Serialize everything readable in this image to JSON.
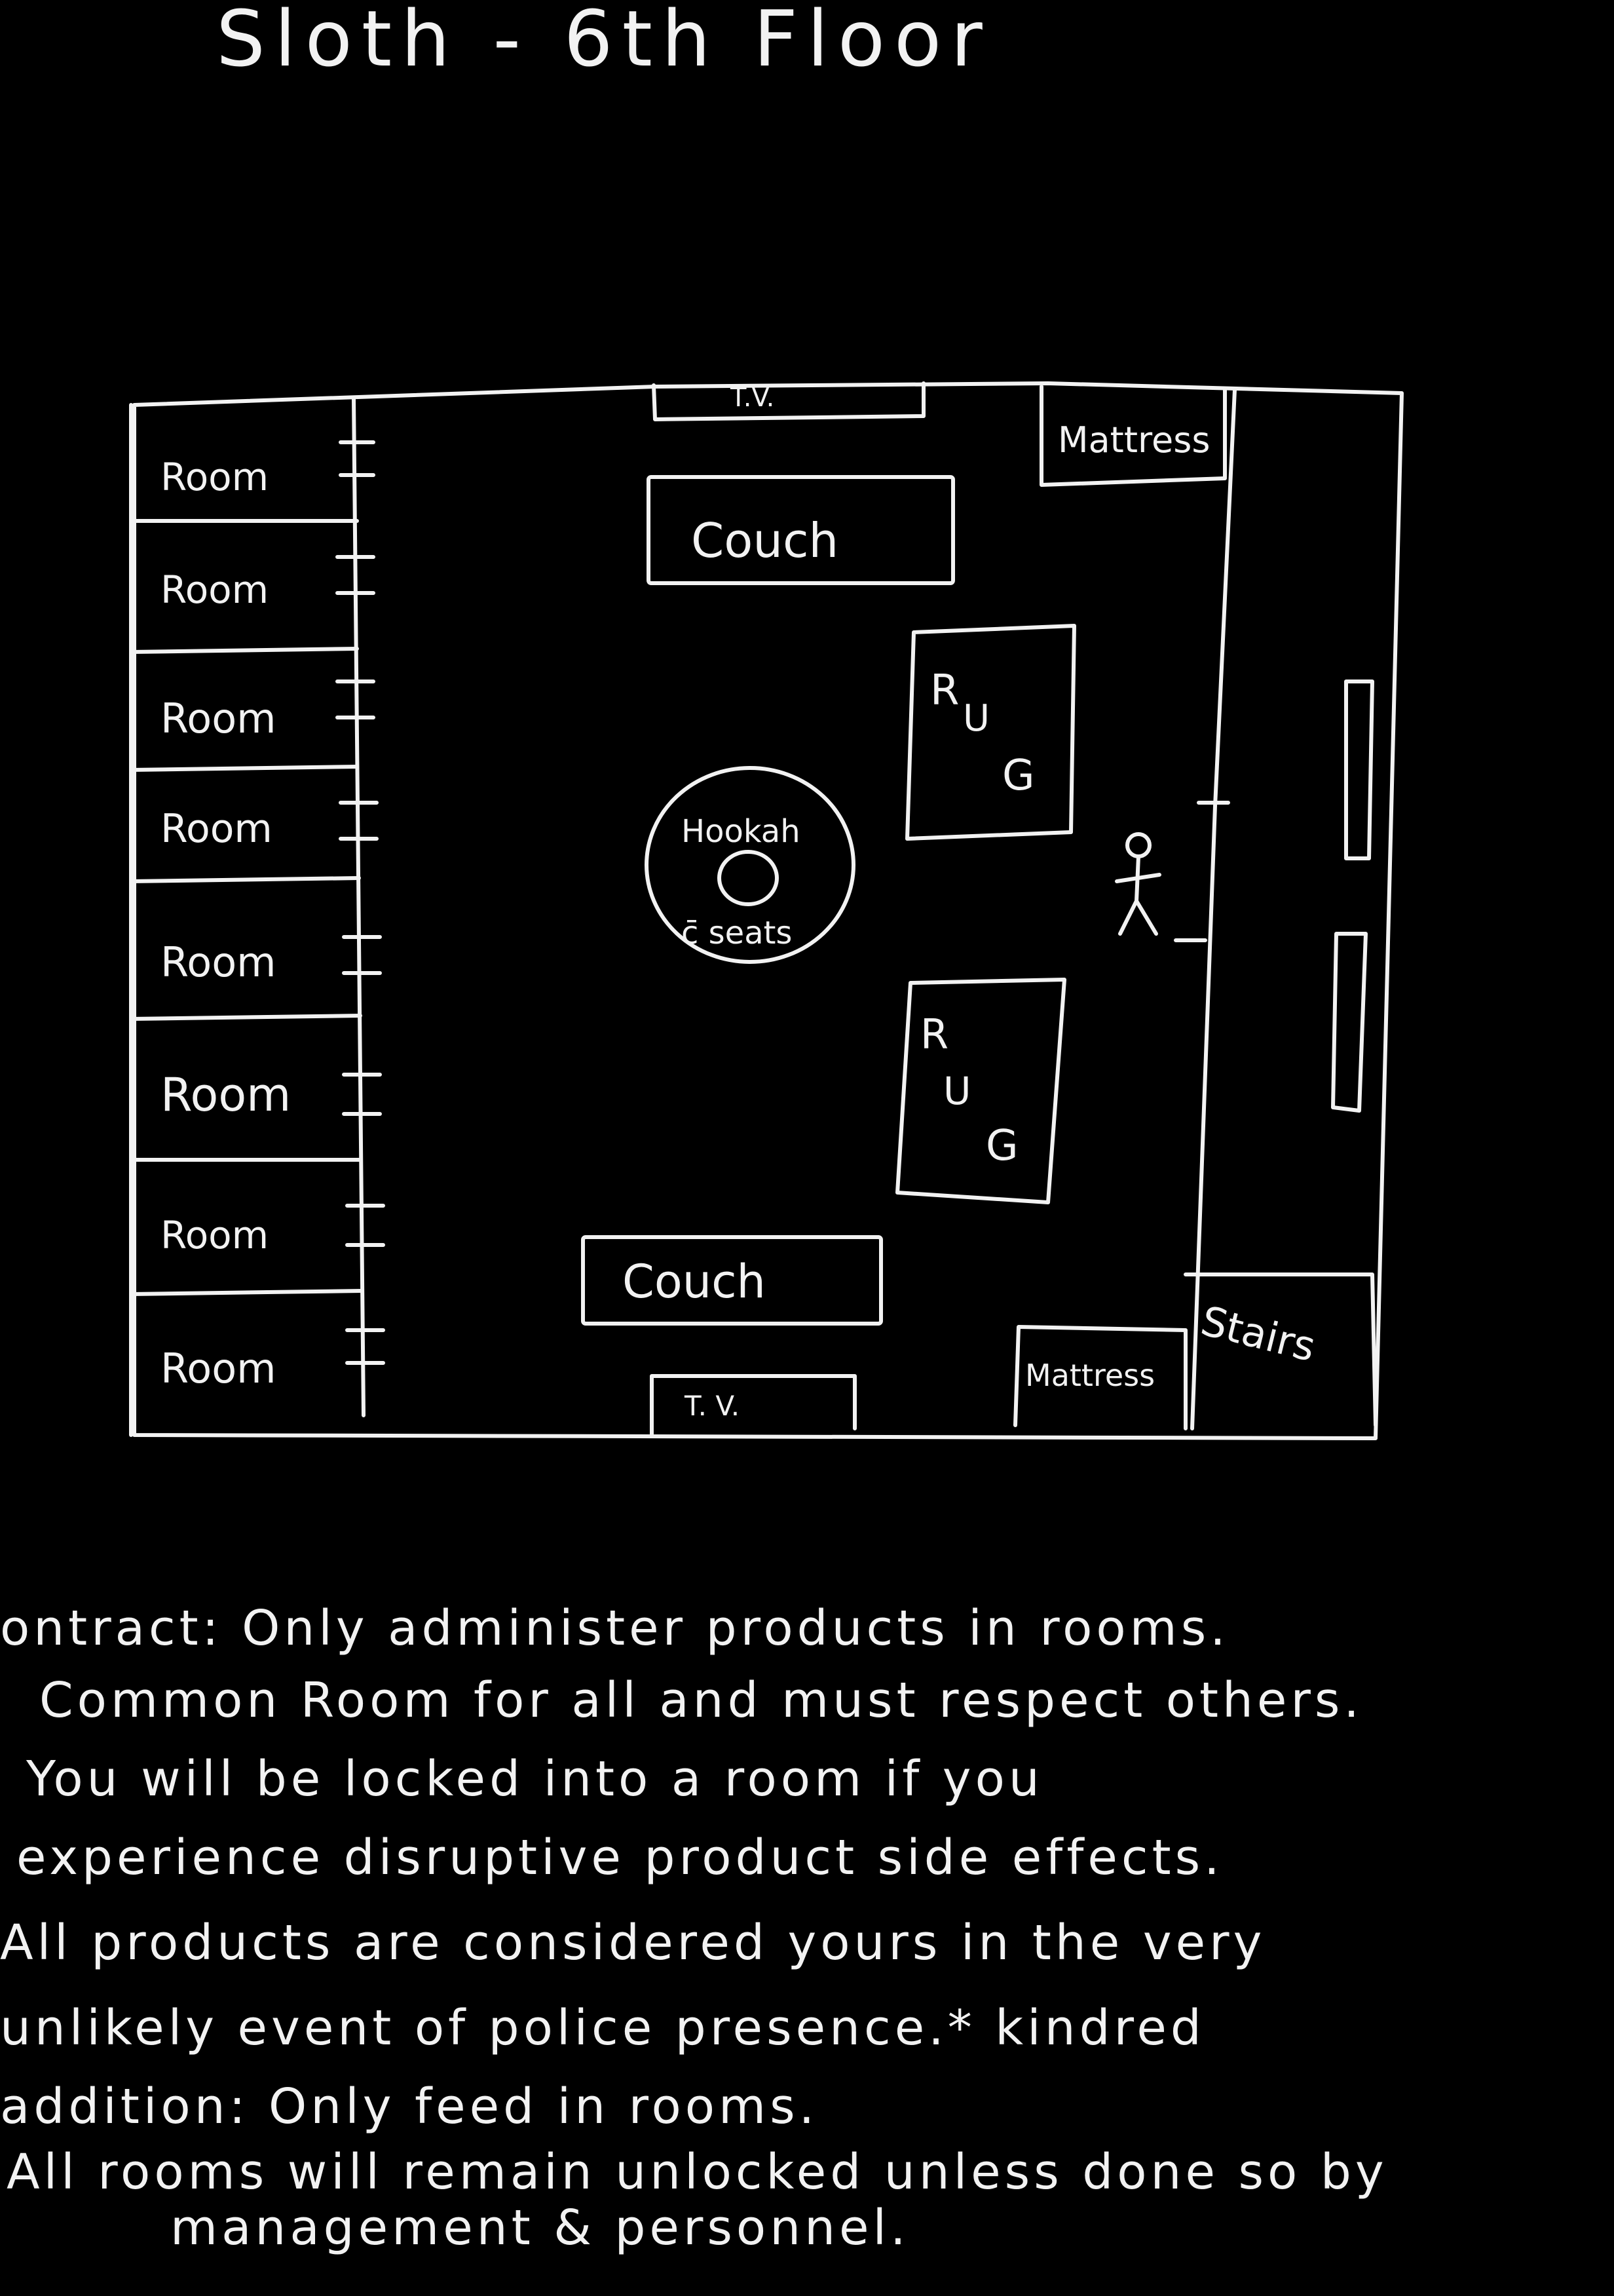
{
  "title": "Sloth - 6th Floor",
  "rooms": [
    "Room",
    "Room",
    "Room",
    "Room",
    "Room",
    "Room",
    "Room",
    "Room"
  ],
  "furniture": {
    "tv_top": "T.V.",
    "tv_bottom": "T. V.",
    "mattress_top": "Mattress",
    "mattress_bottom": "Mattress",
    "couch_top": "Couch",
    "couch_bottom": "Couch",
    "rug_top": [
      "R",
      "U",
      "G"
    ],
    "rug_bottom": [
      "R",
      "U",
      "G"
    ],
    "hookah_label": "Hookah",
    "hookah_seats": "c̄ seats",
    "stairs": "Stairs"
  },
  "notes": [
    "ontract: Only administer products in rooms.",
    "Common Room for all and must respect others.",
    "You will be locked into a room if you",
    "experience disruptive product side effects.",
    "All products are considered yours in the very",
    "unlikely event of police presence.* kindred",
    "addition: Only feed in rooms.",
    "All rooms will remain unlocked unless done so by",
    "management & personnel."
  ]
}
